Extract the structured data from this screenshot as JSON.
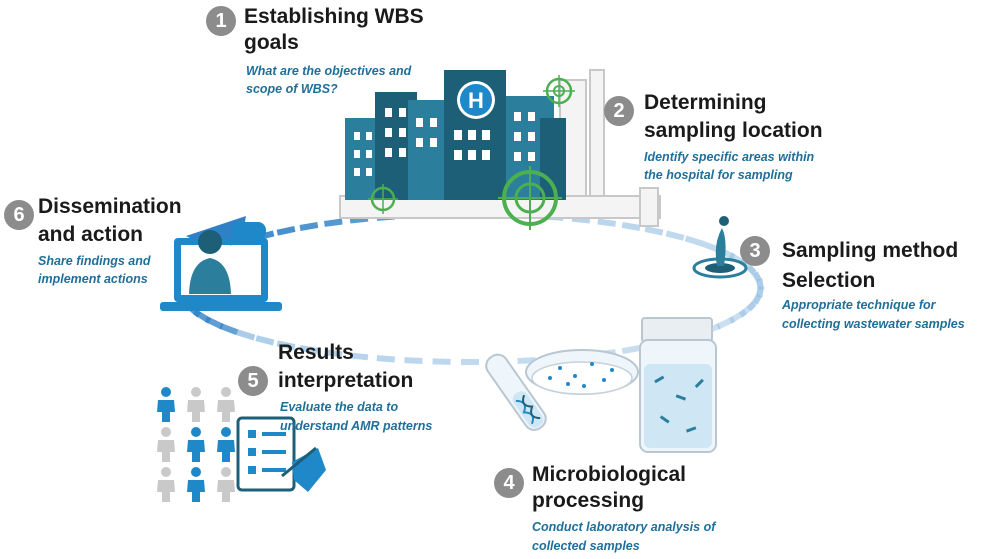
{
  "colors": {
    "teal_dark": "#1e5f78",
    "teal": "#2b7f9c",
    "blue_bright": "#1e88c8",
    "blue_light": "#b9d8ee",
    "green": "#4caf50",
    "grey": "#8c8c8c",
    "text_dark": "#1a1a1a",
    "text_blue": "#1f6f9a"
  },
  "steps": [
    {
      "number": "1",
      "title_line1": "Establishing WBS",
      "title_line2": "goals",
      "desc_line1": "What are the objectives and",
      "desc_line2": "scope of WBS?"
    },
    {
      "number": "2",
      "title_line1": "Determining",
      "title_line2": "sampling location",
      "desc_line1": "Identify specific areas within",
      "desc_line2": "the hospital for sampling"
    },
    {
      "number": "3",
      "title_line1": "Sampling method",
      "title_line2": "Selection",
      "desc_line1": "Appropriate technique for",
      "desc_line2": "collecting wastewater samples"
    },
    {
      "number": "4",
      "title_line1": "Microbiological",
      "title_line2": "processing",
      "desc_line1": "Conduct laboratory analysis of",
      "desc_line2": "collected samples"
    },
    {
      "number": "5",
      "title_line1": "Results",
      "title_line2": "interpretation",
      "desc_line1": "Evaluate the data to",
      "desc_line2": "understand AMR patterns"
    },
    {
      "number": "6",
      "title_line1": "Dissemination",
      "title_line2": "and action",
      "desc_line1": "Share findings and",
      "desc_line2": "implement actions"
    }
  ],
  "icons": {
    "hospital": "hospital-buildings-icon",
    "hospital_letter": "H",
    "pipes": "pipe-icon",
    "target": "crosshair-target-icon",
    "drop": "water-drop-icon",
    "lab": "petri-dish-test-tube-jar-icon",
    "people": "people-grid-icon",
    "clipboard": "checklist-hand-icon",
    "laptop": "doctor-laptop-icon"
  }
}
